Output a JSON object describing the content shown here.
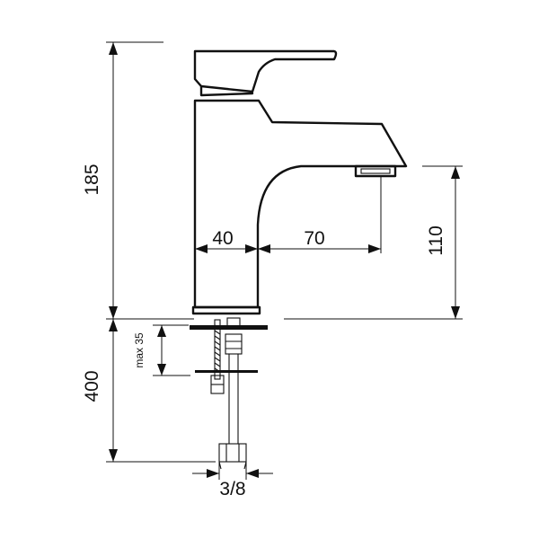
{
  "dimensions": {
    "overall_height": "185",
    "supply_length": "400",
    "body_width": "40",
    "spout_reach": "70",
    "spout_height": "110",
    "max_deck_thickness": "max 35",
    "thread_size": "3/8"
  }
}
